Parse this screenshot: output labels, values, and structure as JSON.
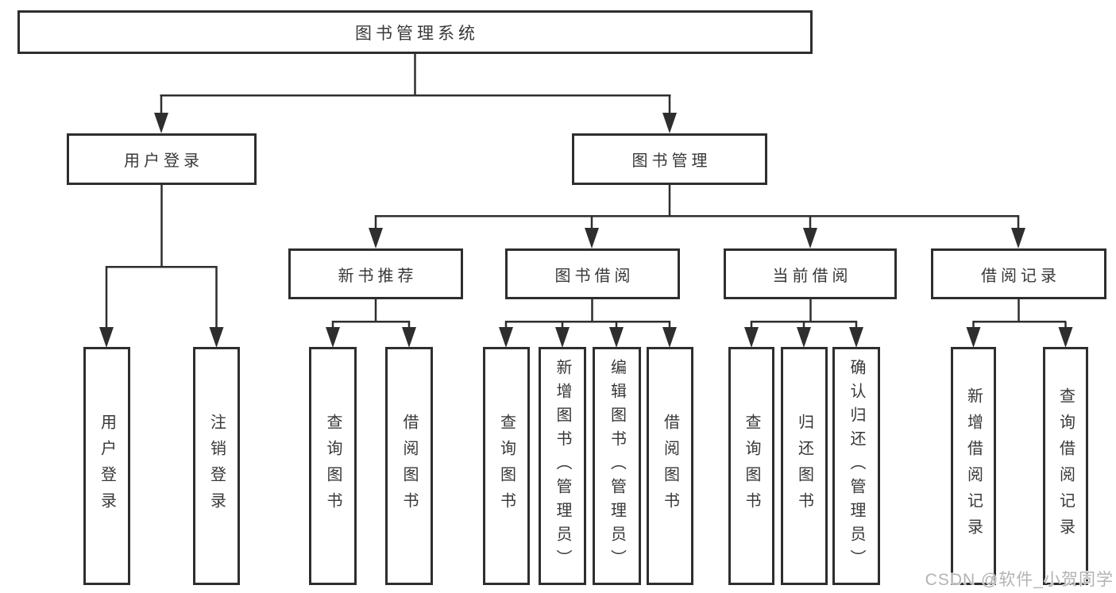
{
  "diagram": {
    "root": {
      "label": "图书管理系统"
    },
    "branches": [
      {
        "label": "用户登录",
        "children": [
          {
            "label": "用户登录"
          },
          {
            "label": "注销登录"
          }
        ]
      },
      {
        "label": "图书管理",
        "children": [
          {
            "label": "新书推荐",
            "children": [
              {
                "label": "查询图书"
              },
              {
                "label": "借阅图书"
              }
            ]
          },
          {
            "label": "图书借阅",
            "children": [
              {
                "label": "查询图书"
              },
              {
                "label": "新增图书（管理员）"
              },
              {
                "label": "编辑图书（管理员）"
              },
              {
                "label": "借阅图书"
              }
            ]
          },
          {
            "label": "当前借阅",
            "children": [
              {
                "label": "查询图书"
              },
              {
                "label": "归还图书"
              },
              {
                "label": "确认归还（管理员）"
              }
            ]
          },
          {
            "label": "借阅记录",
            "children": [
              {
                "label": "新增借阅记录"
              },
              {
                "label": "查询借阅记录"
              }
            ]
          }
        ]
      }
    ]
  },
  "watermark": {
    "text": "CSDN @软件_小贺同学"
  },
  "colors": {
    "line": "#2e2e2e",
    "text": "#383838",
    "background": "#ffffff",
    "watermark": "#b3b3b3"
  }
}
